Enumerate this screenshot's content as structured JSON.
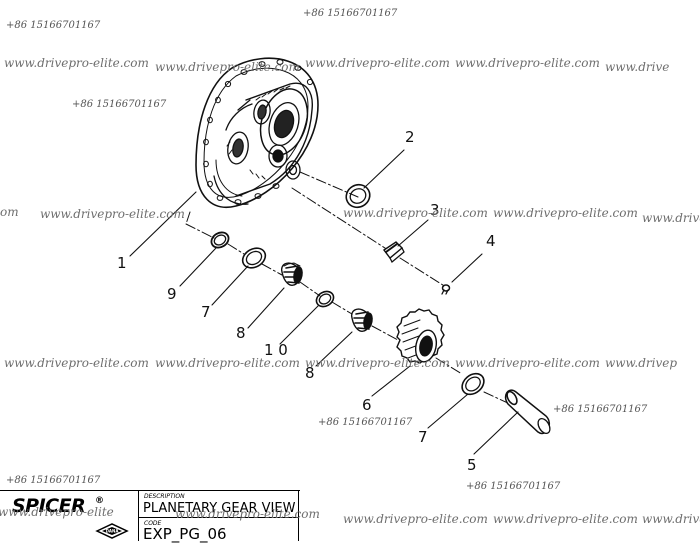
{
  "watermarks": {
    "site": "www.drivepro-elite.com",
    "site_cut_left": "om",
    "site_cut_right_1": "www.drive",
    "site_cut_right_2": "www.drive",
    "site_cut_right_3": "www.drivep",
    "site_cut_title": "www.drivepro-elite",
    "phone": "+86 15166701167"
  },
  "callouts": {
    "c1": "1",
    "c2": "2",
    "c3": "3",
    "c4": "4",
    "c5": "5",
    "c6": "6",
    "c7a": "7",
    "c7b": "7",
    "c8a": "8",
    "c8b": "8",
    "c9": "9",
    "c10": "1 0"
  },
  "title_block": {
    "brand": "SPICER",
    "brand_mark": "®",
    "dana_logo_text": "DANA",
    "description_label": "DESCRIPTION",
    "description": "PLANETARY GEAR VIEW",
    "code_label": "CODE",
    "code": "EXP_PG_06"
  },
  "colors": {
    "line": "#111111",
    "watermark": "#6e6e6e"
  }
}
